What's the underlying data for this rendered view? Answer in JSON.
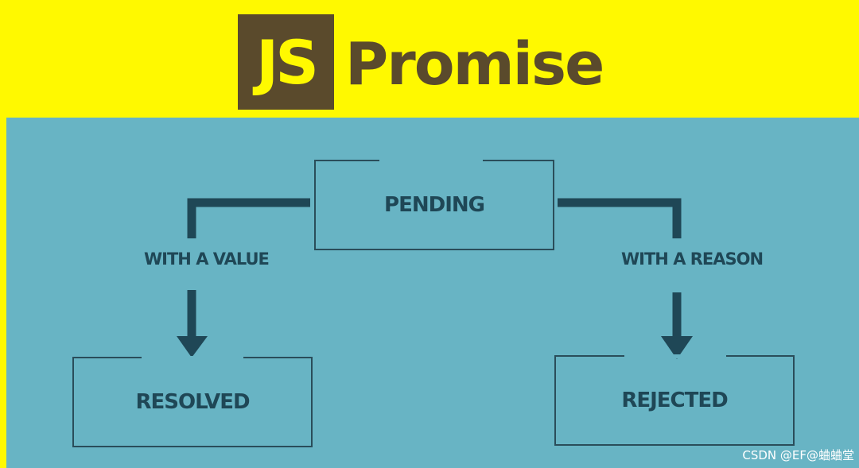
{
  "logo": {
    "mark": "JS",
    "word": "Promise"
  },
  "diagram": {
    "states": {
      "pending": "PENDING",
      "resolved": "RESOLVED",
      "rejected": "REJECTED"
    },
    "transitions": {
      "resolve": "WITH A VALUE",
      "reject": "WITH A REASON"
    }
  },
  "colors": {
    "header_bg": "#fff900",
    "logo_brown": "#5a4a2c",
    "panel_bg": "#68b4c4",
    "ink": "#1f4756"
  },
  "watermark": "CSDN @EF@蛐蛐堂"
}
